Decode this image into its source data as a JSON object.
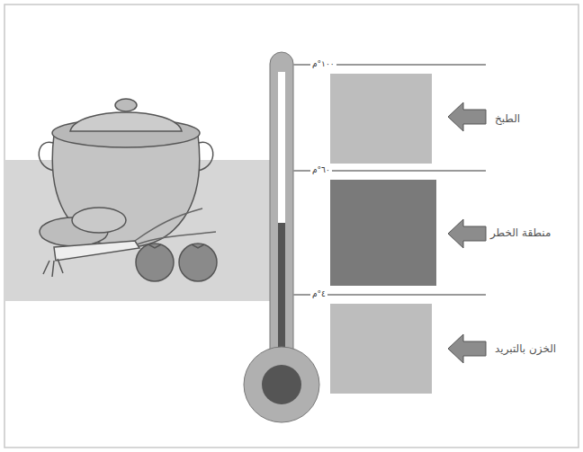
{
  "diagram": {
    "nodes": [
      {
        "text": [
          "الطبخ"
        ]
      },
      {
        "text": [
          "منطقة الخطر"
        ]
      },
      {
        "text": [
          "الخزن بالتبريد"
        ]
      }
    ],
    "labels": [
      "١٠٠°م",
      "٦٠°م",
      "٤°م"
    ]
  }
}
